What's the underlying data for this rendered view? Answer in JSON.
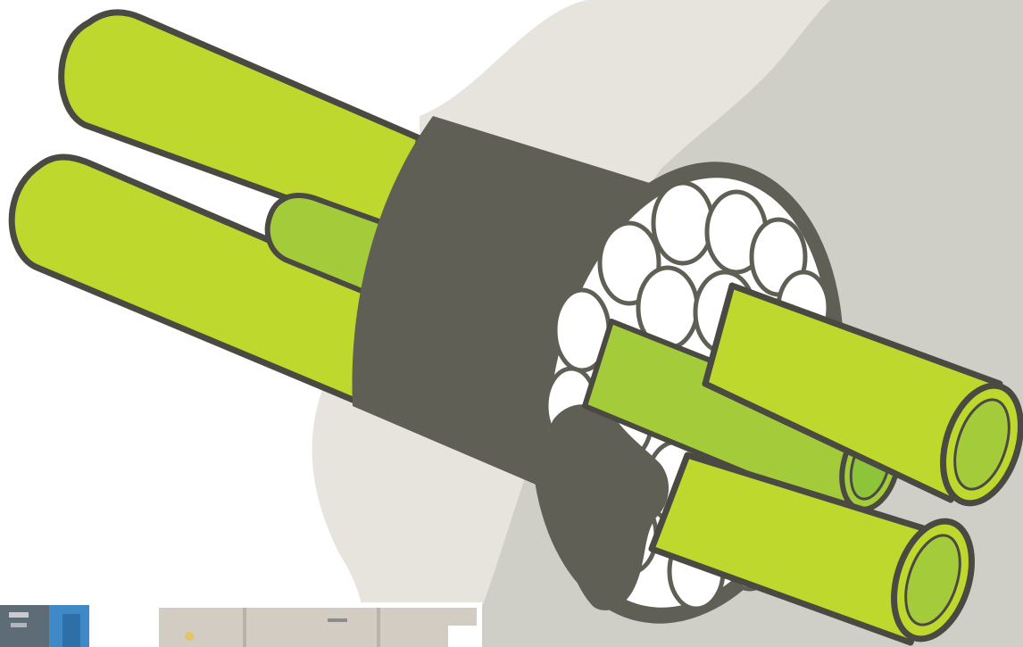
{
  "colors": {
    "background": "#ffffff",
    "wall_light": "#e6e4dd",
    "wall_dark": "#d0cfc7",
    "sleeve": "#5f5f55",
    "cable_bright": "#bed82e",
    "cable_mid": "#a4cc3a",
    "cable_outline": "#4a4a42",
    "duct_white": "#ffffff",
    "duct_outline": "#5f5f55",
    "photo_frame": "#ffffff"
  },
  "icons": {
    "sleeve": "cable-transit-sleeve",
    "ducts": "empty-duct-openings",
    "cables": "green-cable-tubes"
  }
}
